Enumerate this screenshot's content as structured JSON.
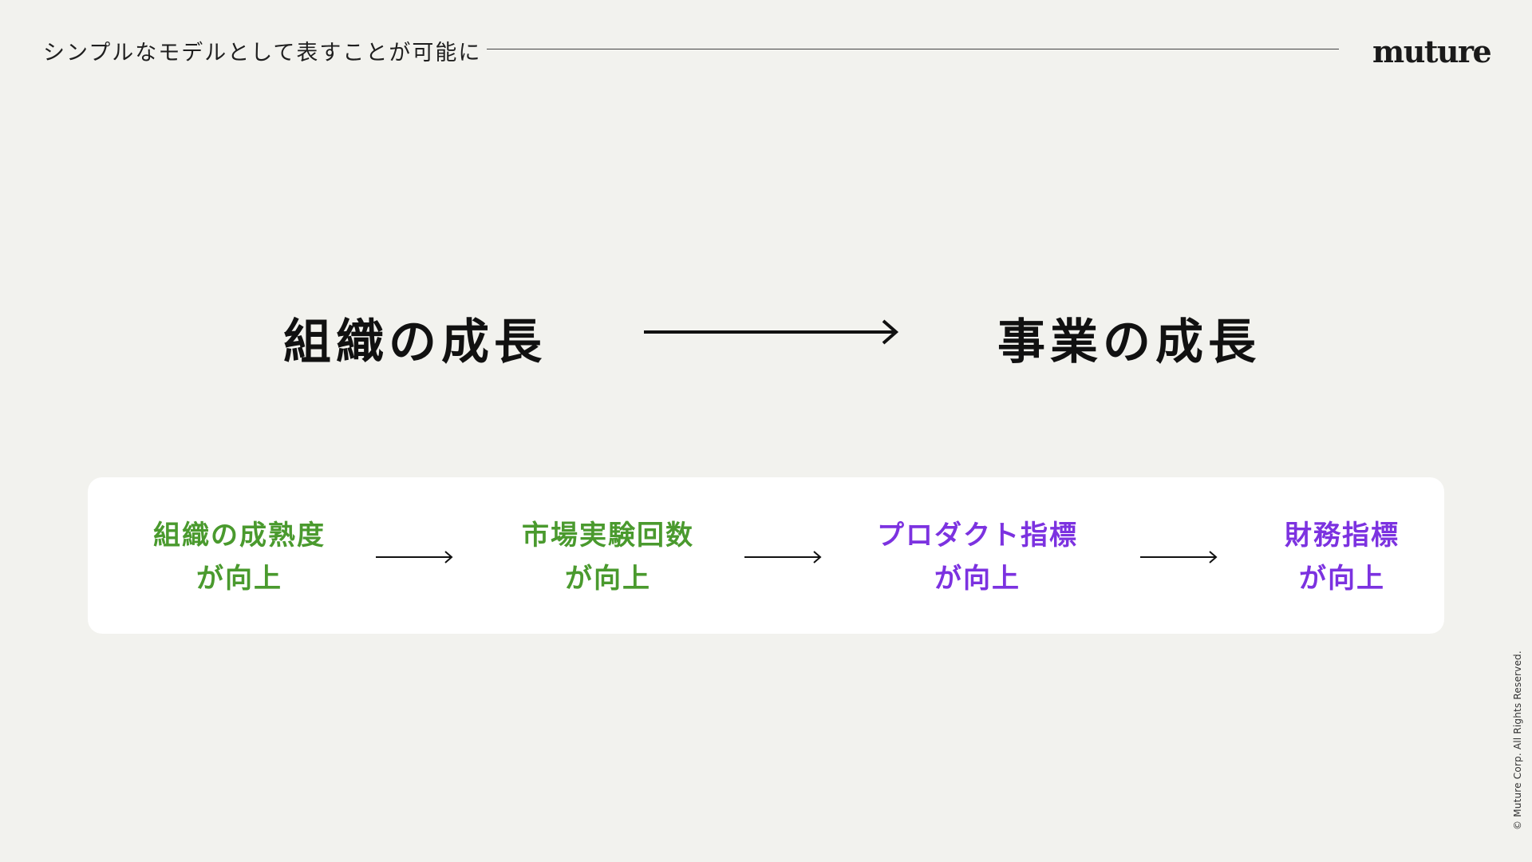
{
  "header": {
    "title": "シンプルなモデルとして表すことが可能に",
    "logo_text": "muture"
  },
  "main": {
    "left_label": "組織の成長",
    "right_label": "事業の成長",
    "arrow_icon": "long-right-arrow"
  },
  "flow": {
    "steps": [
      {
        "line1": "組織の成熟度",
        "line2": "が向上",
        "color": "#4a9a2e"
      },
      {
        "line1": "市場実験回数",
        "line2": "が向上",
        "color": "#4a9a2e"
      },
      {
        "line1": "プロダクト指標",
        "line2": "が向上",
        "color": "#7c32e0"
      },
      {
        "line1": "財務指標",
        "line2": "が向上",
        "color": "#7c32e0"
      }
    ],
    "arrow_icon": "right-arrow"
  },
  "footer": {
    "copyright": "© Muture Corp. All Rights Reserved."
  }
}
